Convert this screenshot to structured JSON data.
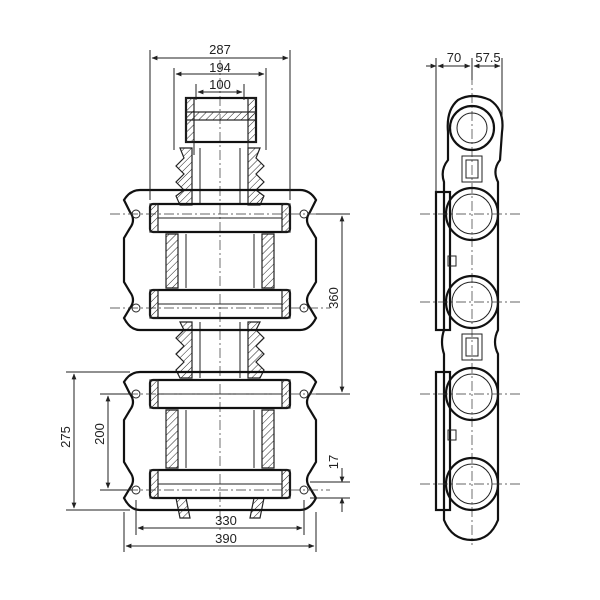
{
  "dimensions": {
    "front_top_outer": "287",
    "front_top_middle": "194",
    "front_top_inner": "100",
    "front_center_spacing": "360",
    "front_left_outer": "275",
    "front_left_inner": "200",
    "front_right_small": "17",
    "front_bottom_inner": "330",
    "front_bottom_outer": "390",
    "side_top_left": "70",
    "side_top_right": "57.5"
  }
}
